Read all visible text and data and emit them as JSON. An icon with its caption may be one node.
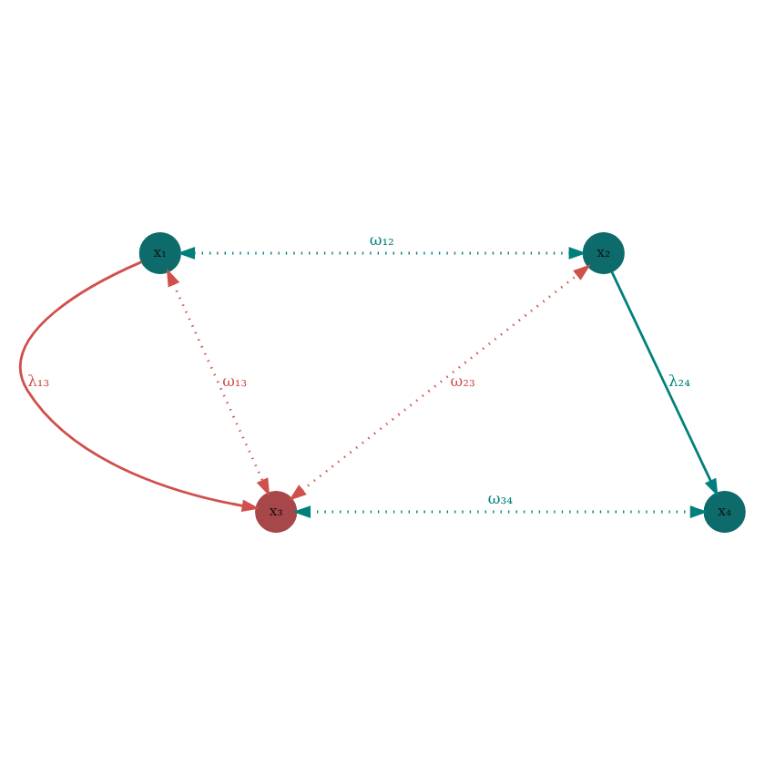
{
  "diagram": {
    "nodes": [
      {
        "text": [
          "x₁"
        ]
      },
      {
        "text": [
          "x₂"
        ]
      },
      {
        "text": [
          "x₃"
        ]
      },
      {
        "text": [
          "x₄"
        ]
      }
    ],
    "edges": [
      {
        "from": 0,
        "to": 1,
        "arrow": "both",
        "label": "ω₁₂",
        "style": "dashed",
        "color": "#00807c"
      },
      {
        "from": 0,
        "to": 2,
        "arrow": "to",
        "label": "λ₁₃",
        "color": "#d0504c"
      },
      {
        "from": 0,
        "to": 2,
        "arrow": "both",
        "label": "ω₁₃",
        "style": "dashed",
        "color": "#d0504c"
      },
      {
        "from": 2,
        "to": 1,
        "arrow": "both",
        "label": "ω₂₃",
        "style": "dashed",
        "color": "#d0504c"
      },
      {
        "from": 1,
        "to": 3,
        "arrow": "to",
        "label": "λ₂₄",
        "color": "#00807c"
      },
      {
        "from": 2,
        "to": 3,
        "arrow": "both",
        "label": "ω₃₄",
        "style": "dashed",
        "color": "#00807c"
      }
    ]
  }
}
